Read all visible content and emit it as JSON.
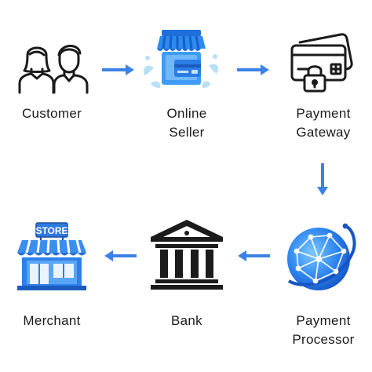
{
  "nodes": {
    "customer": {
      "lines": [
        "Customer"
      ],
      "icon": "customer-icon"
    },
    "online_seller": {
      "lines": [
        "Online",
        "Seller"
      ],
      "icon": "online-storefront-icon"
    },
    "payment_gateway": {
      "lines": [
        "Payment",
        "Gateway"
      ],
      "icon": "payment-card-lock-icon"
    },
    "payment_processor": {
      "lines": [
        "Payment",
        "Processor"
      ],
      "icon": "network-globe-icon"
    },
    "bank": {
      "lines": [
        "Bank"
      ],
      "icon": "bank-building-icon"
    },
    "merchant": {
      "lines": [
        "Merchant"
      ],
      "icon": "store-icon",
      "sign_text": "STORE"
    }
  },
  "colors": {
    "arrow": "#3b82e6",
    "text": "#1a1a1a",
    "icon_dark": "#1b1b1b",
    "accent_blue": "#2f86f0"
  }
}
